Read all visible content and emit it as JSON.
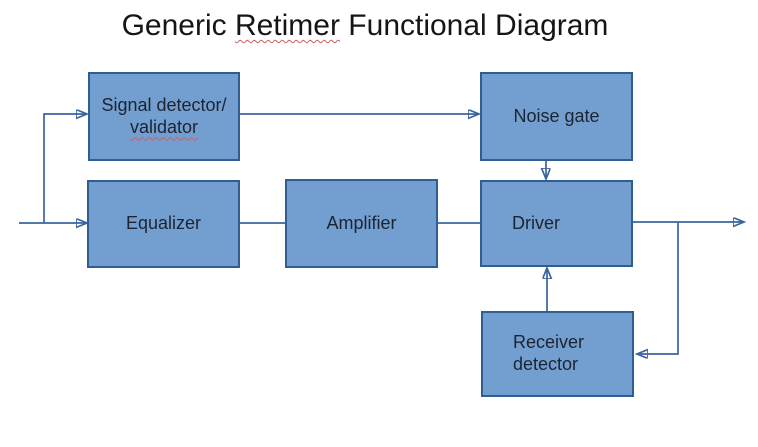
{
  "title": {
    "part1": "Generic ",
    "part2": "Retimer",
    "part3": " Functional Diagram"
  },
  "colors": {
    "box_fill": "#729fcf",
    "box_border": "#2e5e93",
    "connector": "#3a64a0",
    "squiggle": "#cc5f5f",
    "text": "#1c2433"
  },
  "blocks": {
    "signal_detector": {
      "line1": "Signal detector/",
      "line2": "validator"
    },
    "noise_gate": {
      "label": "Noise gate"
    },
    "equalizer": {
      "label": "Equalizer"
    },
    "amplifier": {
      "label": "Amplifier"
    },
    "driver": {
      "label": "Driver"
    },
    "receiver_detector": {
      "line1": "Receiver",
      "line2": "detector"
    }
  },
  "edges": [
    {
      "from": "input",
      "to": "equalizer",
      "arrow": true
    },
    {
      "from": "input",
      "to": "signal_detector",
      "arrow": true
    },
    {
      "from": "signal_detector",
      "to": "noise_gate",
      "arrow": true
    },
    {
      "from": "noise_gate",
      "to": "driver",
      "arrow": true
    },
    {
      "from": "equalizer",
      "to": "amplifier",
      "arrow": false
    },
    {
      "from": "amplifier",
      "to": "driver",
      "arrow": false
    },
    {
      "from": "driver",
      "to": "output",
      "arrow": true
    },
    {
      "from": "output",
      "to": "receiver_detector",
      "arrow": true
    },
    {
      "from": "receiver_detector",
      "to": "driver",
      "arrow": true
    }
  ]
}
